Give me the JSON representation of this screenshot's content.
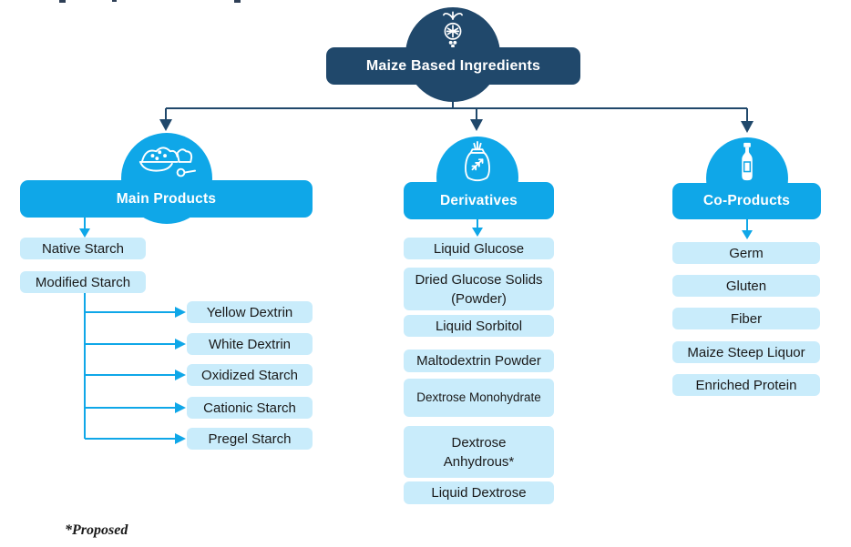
{
  "root": {
    "label": "Maize Based Ingredients",
    "icon": "maize-plant-icon"
  },
  "branches": [
    {
      "label": "Main Products",
      "icon": "starch-powder-icon",
      "items": [
        "Native Starch",
        "Modified Starch"
      ],
      "sub_items": [
        "Yellow Dextrin",
        "White Dextrin",
        "Oxidized Starch",
        "Cationic Starch",
        "Pregel Starch"
      ]
    },
    {
      "label": "Derivatives",
      "icon": "flour-sack-icon",
      "items": [
        "Liquid Glucose",
        "Dried Glucose Solids\n(Powder)",
        "Liquid Sorbitol",
        "Maltodextrin Powder",
        "Dextrose Monohydrate",
        "Dextrose\nAnhydrous*",
        "Liquid Dextrose"
      ]
    },
    {
      "label": "Co-Products",
      "icon": "bottle-icon",
      "items": [
        "Germ",
        "Gluten",
        "Fiber",
        "Maize Steep Liquor",
        "Enriched Protein"
      ]
    }
  ],
  "footnote": "*Proposed",
  "colors": {
    "navy": "#20486B",
    "cyan": "#0FA7E8",
    "light_box": "#C9ECFB",
    "box_text": "#1A1A1A"
  }
}
